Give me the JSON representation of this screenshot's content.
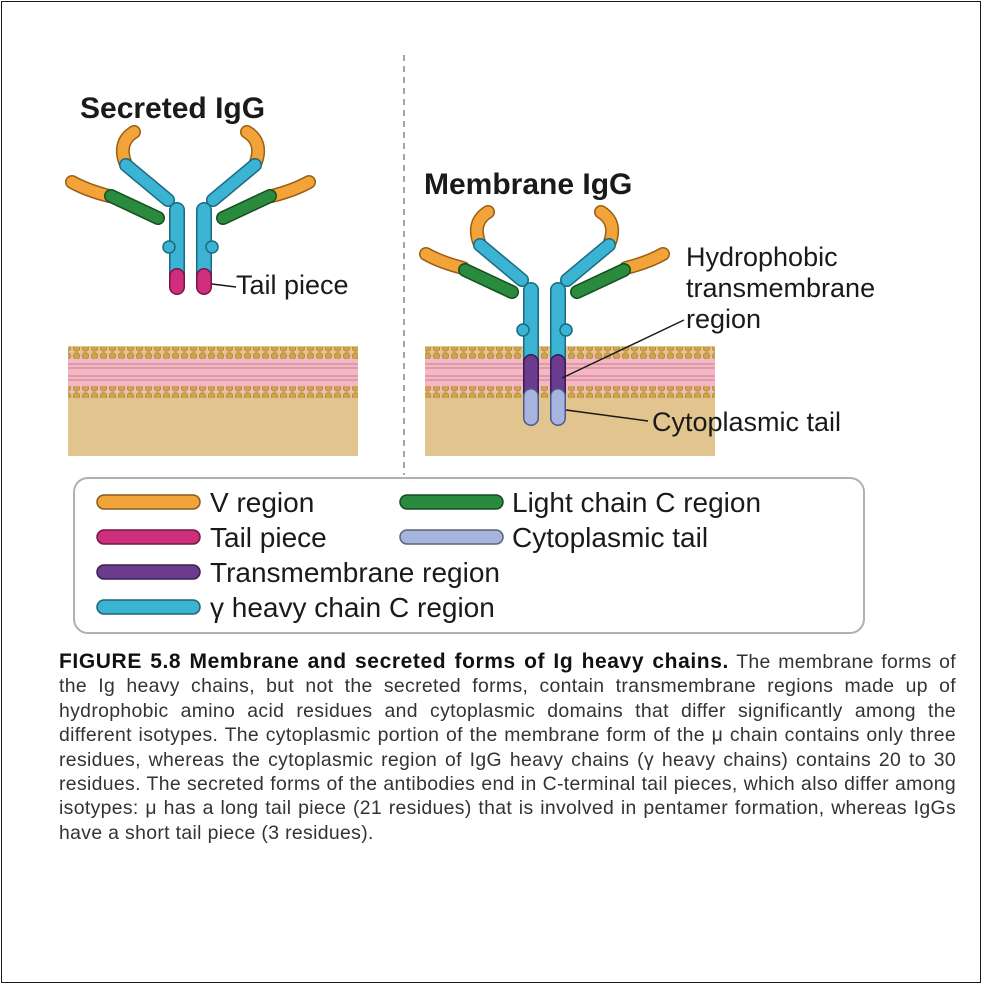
{
  "colors": {
    "v_region": "#f2a33a",
    "light_chain_c": "#2a8a3e",
    "tail_piece": "#cf2e7c",
    "cytoplasmic_tail": "#a6b4de",
    "transmembrane": "#6b3b8e",
    "heavy_chain_c": "#3bb3d3",
    "membrane_pink": "#f3b8c4",
    "membrane_tan": "#e1c48e"
  },
  "left_panel": {
    "title": "Secreted IgG",
    "tail_piece_label": "Tail piece"
  },
  "right_panel": {
    "title": "Membrane IgG",
    "hydrophobic_label": [
      "Hydrophobic",
      "transmembrane",
      "region"
    ],
    "cytoplasmic_label": "Cytoplasmic tail"
  },
  "legend": [
    {
      "label": "V region",
      "color_key": "v_region"
    },
    {
      "label": "Light chain C region",
      "color_key": "light_chain_c"
    },
    {
      "label": "Tail piece",
      "color_key": "tail_piece"
    },
    {
      "label": "Cytoplasmic tail",
      "color_key": "cytoplasmic_tail"
    },
    {
      "label": "Transmembrane region",
      "color_key": "transmembrane"
    },
    {
      "label": "γ heavy chain C region",
      "color_key": "heavy_chain_c"
    }
  ],
  "caption": {
    "heading": "FIGURE 5.8 Membrane and secreted forms of Ig heavy chains.",
    "body": "The membrane forms of the Ig heavy chains, but not the secreted forms, contain transmembrane regions made up of hydrophobic amino acid residues and cytoplasmic domains that differ significantly among the different isotypes. The cytoplasmic portion of the membrane form of the μ chain contains only three residues, whereas the cytoplasmic region of IgG heavy chains (γ heavy chains) contains 20 to 30 residues. The secreted forms of the antibodies end in C-terminal tail pieces, which also differ among isotypes: μ has a long tail piece (21 residues) that is involved in pentamer formation, whereas IgGs have a short tail piece (3 residues)."
  }
}
